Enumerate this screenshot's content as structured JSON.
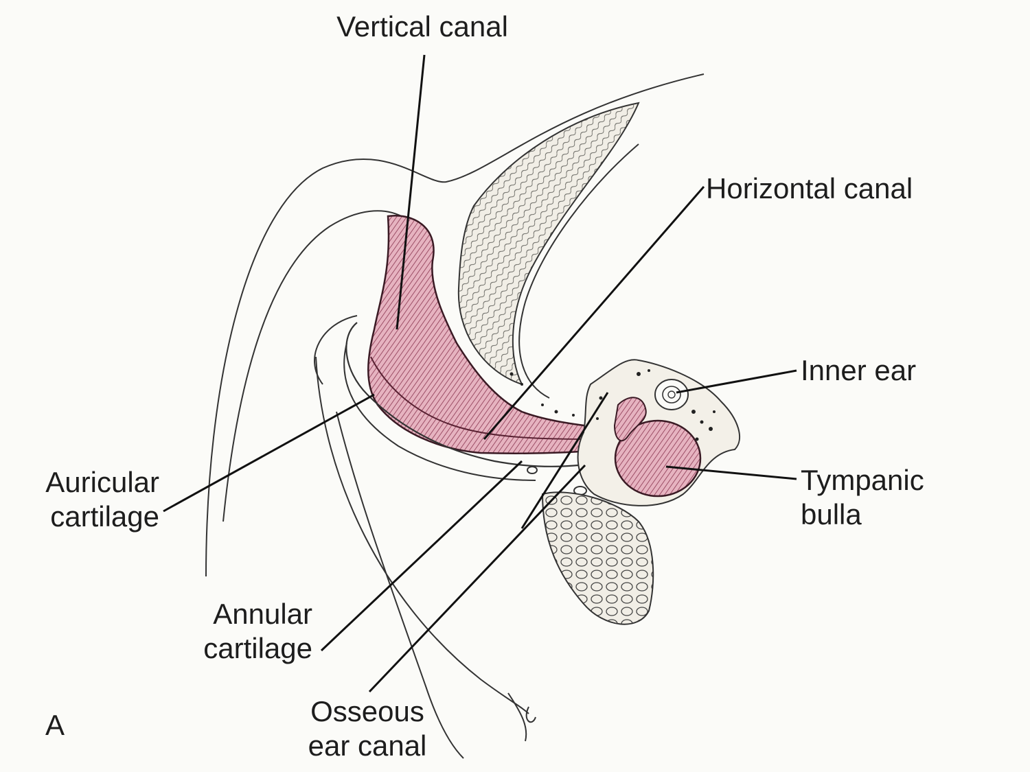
{
  "labels": {
    "vertical_canal": "Vertical canal",
    "horizontal_canal": "Horizontal canal",
    "inner_ear": "Inner ear",
    "tympanic_bulla": {
      "line1": "Tympanic",
      "line2": "bulla"
    },
    "auricular_cartilage": {
      "line1": "Auricular",
      "line2": "cartilage"
    },
    "annular_cartilage": {
      "line1": "Annular",
      "line2": "cartilage"
    },
    "osseous_ear_canal": {
      "line1": "Osseous",
      "line2": "ear canal"
    },
    "panel_letter": "A"
  },
  "colors": {
    "background": "#fbfbf8",
    "ink": "#1d1d1d",
    "canal_pink": "#d98fa3",
    "canal_dark": "#7a2f45",
    "bone_stipple": "#efece2"
  }
}
